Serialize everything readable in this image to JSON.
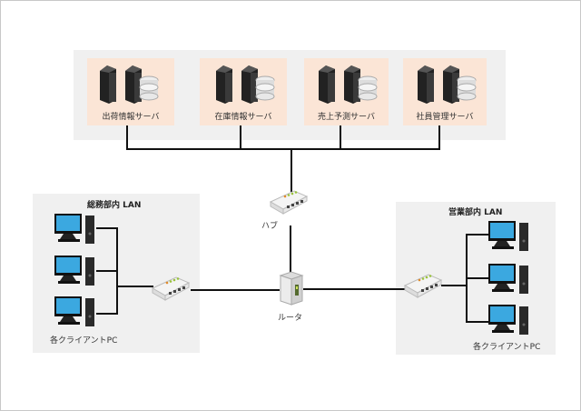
{
  "servers": [
    {
      "label": "出荷情報サーバ"
    },
    {
      "label": "在庫情報サーバ"
    },
    {
      "label": "売上予測サーバ"
    },
    {
      "label": "社員管理サーバ"
    }
  ],
  "hub": {
    "label": "ハブ"
  },
  "router": {
    "label": "ルータ"
  },
  "lan_left": {
    "title": "総務部内 LAN",
    "clients_label": "各クライアントPC"
  },
  "lan_right": {
    "title": "営業部内 LAN",
    "clients_label": "各クライアントPC"
  },
  "colors": {
    "server_box": "#fbe5d6",
    "panel": "#f0f0f0",
    "line": "#111111"
  }
}
